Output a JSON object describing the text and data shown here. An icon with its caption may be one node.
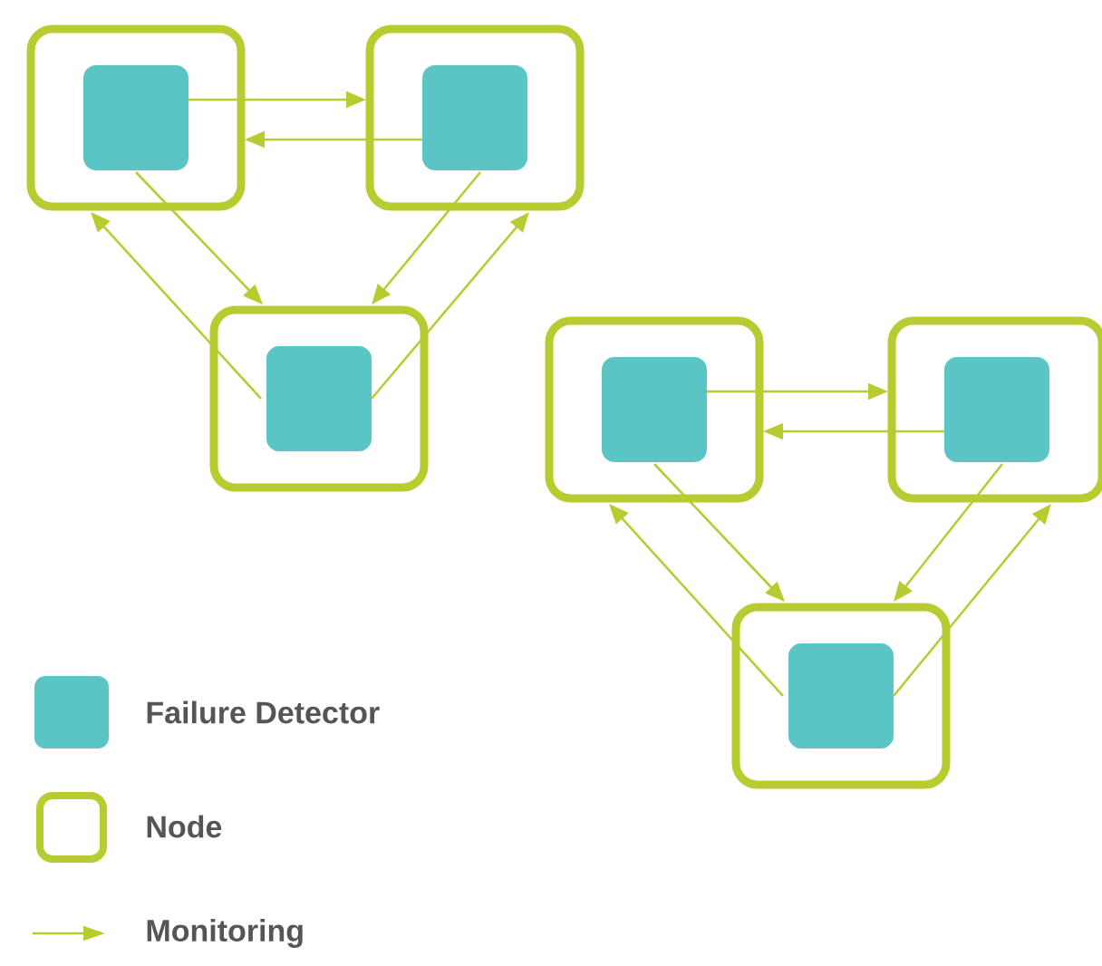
{
  "diagram": {
    "nodes": [
      {
        "text": [],
        "shape": "box"
      },
      {
        "text": [],
        "shape": "box",
        "in": 0
      },
      {
        "text": [],
        "shape": "box"
      },
      {
        "text": [],
        "shape": "box",
        "in": 2
      },
      {
        "text": [],
        "shape": "box"
      },
      {
        "text": [],
        "shape": "box",
        "in": 4
      },
      {
        "text": [],
        "shape": "box"
      },
      {
        "text": [],
        "shape": "box",
        "in": 6
      },
      {
        "text": [],
        "shape": "box"
      },
      {
        "text": [],
        "shape": "box",
        "in": 8
      },
      {
        "text": [],
        "shape": "box"
      },
      {
        "text": [],
        "shape": "box",
        "in": 10
      }
    ],
    "edges": [
      {
        "from": 1,
        "to": 2,
        "arrow": "to"
      },
      {
        "from": 3,
        "to": 0,
        "arrow": "to"
      },
      {
        "from": 1,
        "to": 4,
        "arrow": "to"
      },
      {
        "from": 5,
        "to": 0,
        "arrow": "to"
      },
      {
        "from": 3,
        "to": 4,
        "arrow": "to"
      },
      {
        "from": 5,
        "to": 2,
        "arrow": "to"
      },
      {
        "from": 7,
        "to": 8,
        "arrow": "to"
      },
      {
        "from": 9,
        "to": 6,
        "arrow": "to"
      },
      {
        "from": 7,
        "to": 10,
        "arrow": "to"
      },
      {
        "from": 11,
        "to": 6,
        "arrow": "to"
      },
      {
        "from": 9,
        "to": 10,
        "arrow": "to"
      },
      {
        "from": 11,
        "to": 8,
        "arrow": "to"
      }
    ],
    "legend": [
      {
        "text": "Failure Detector",
        "color": "#5bc5c6"
      },
      {
        "text": "Node"
      },
      {
        "text": "Monitoring"
      }
    ]
  }
}
